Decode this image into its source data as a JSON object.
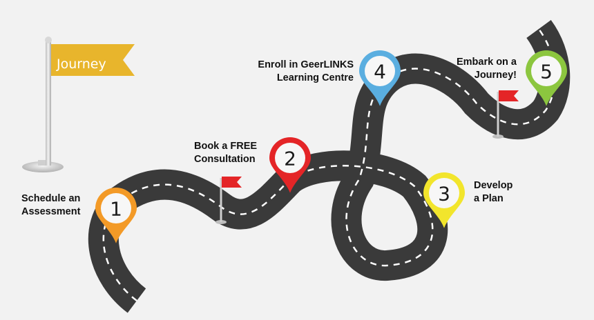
{
  "title_flag": {
    "label": "Journey",
    "color": "#e8b52c"
  },
  "steps": [
    {
      "number": "1",
      "label": "Schedule an\nAssessment",
      "color": "#f39a27"
    },
    {
      "number": "2",
      "label": "Book a FREE\nConsultation",
      "color": "#e42527"
    },
    {
      "number": "3",
      "label": "Develop\na Plan",
      "color": "#f2e52c"
    },
    {
      "number": "4",
      "label": "Enroll in GeerLINKS\nLearning Centre",
      "color": "#5aaee0"
    },
    {
      "number": "5",
      "label": "Embark on a\nJourney!",
      "color": "#8cc63f"
    }
  ],
  "colors": {
    "road": "#3a3a3a",
    "road_dash": "#ffffff",
    "road_flag": "#e42527",
    "background": "#f2f2f2"
  },
  "icons": [
    "banner-flag-icon",
    "road-flag-icon",
    "map-pin-icon"
  ]
}
